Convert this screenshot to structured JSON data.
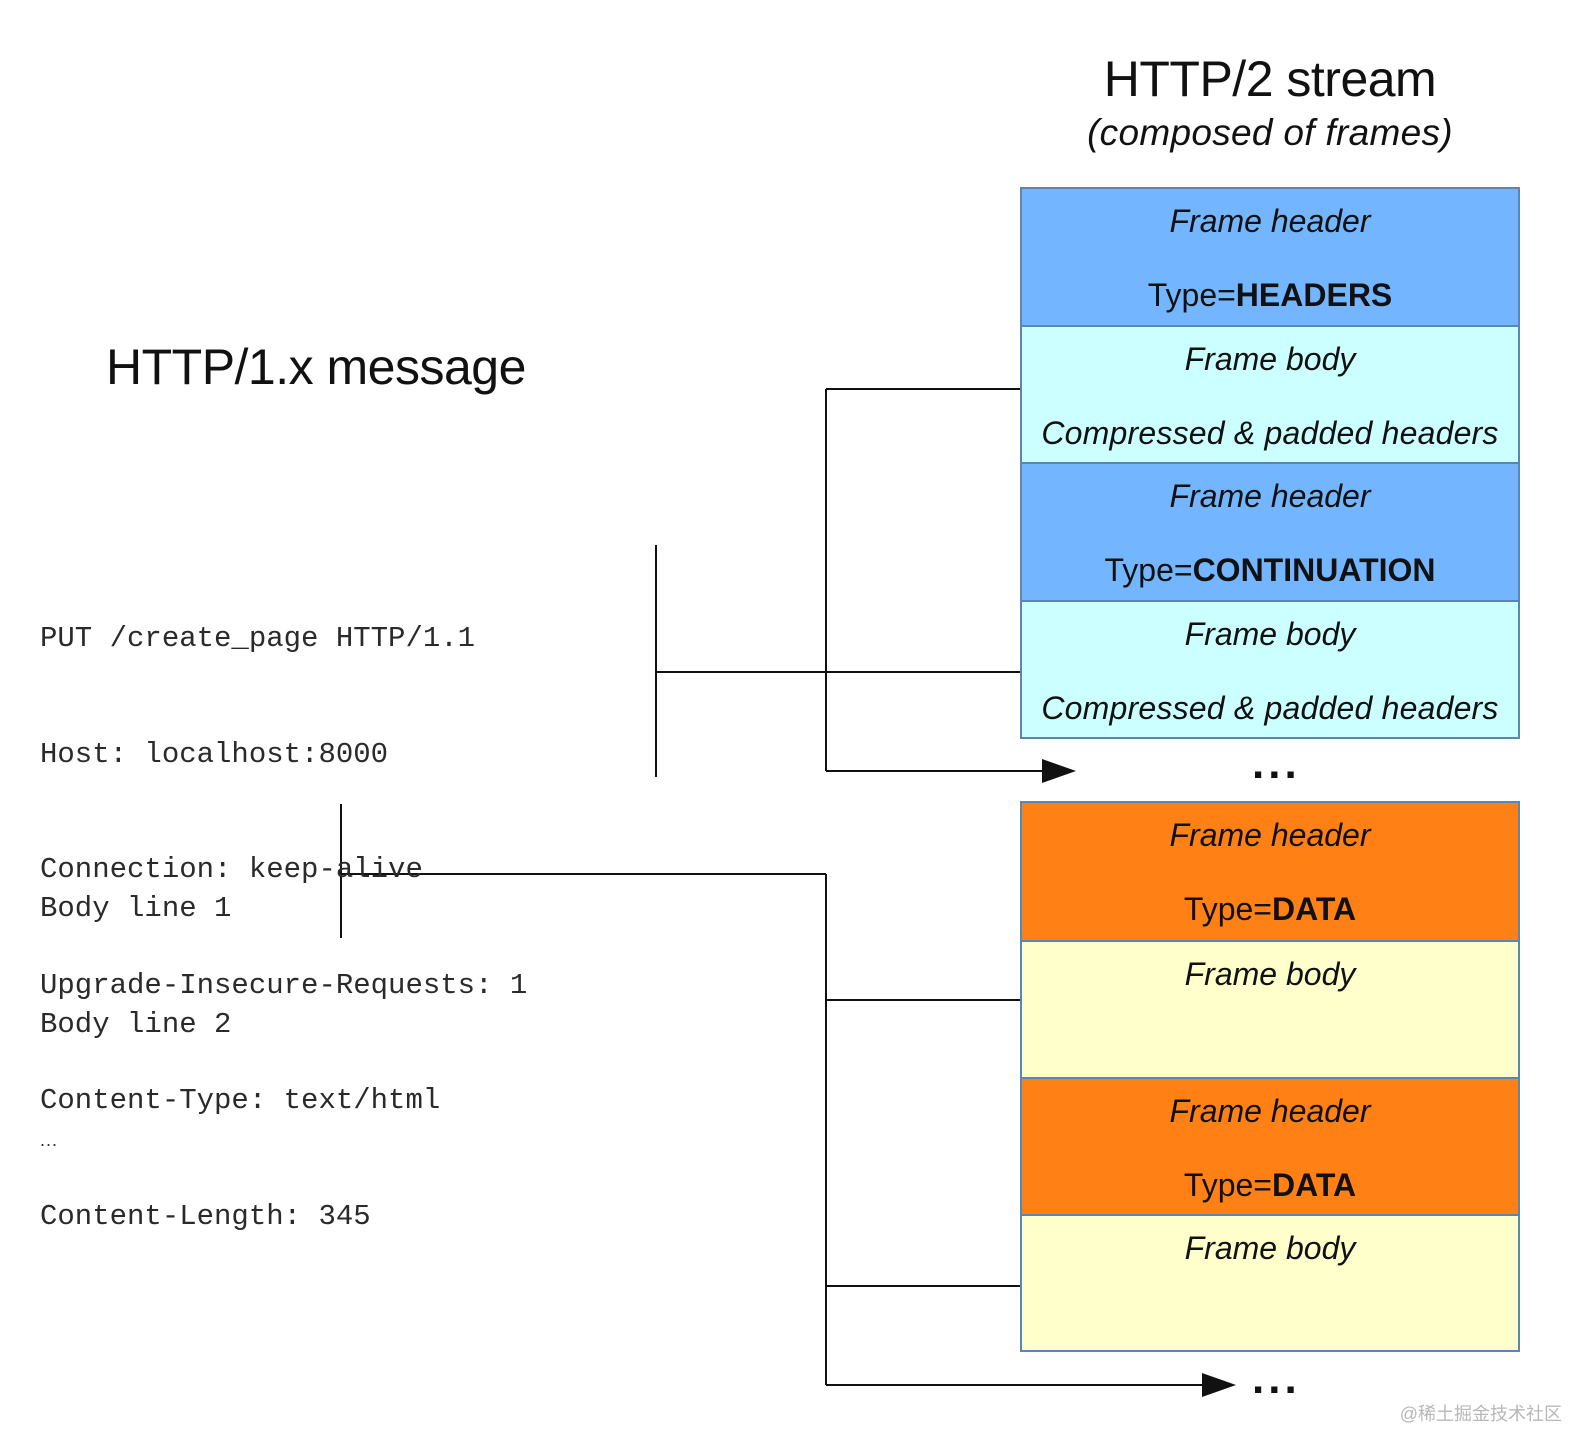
{
  "http1": {
    "title": "HTTP/1.x message",
    "header_lines": [
      "PUT /create_page HTTP/1.1",
      "Host: localhost:8000",
      "Connection: keep-alive",
      "Upgrade-Insecure-Requests: 1",
      "Content-Type: text/html",
      "Content-Length: 345"
    ],
    "body_lines": [
      "Body line 1",
      "Body line 2"
    ],
    "body_ellipsis": "..."
  },
  "http2": {
    "title": "HTTP/2 stream",
    "subtitle": "(composed of frames)",
    "frames": [
      {
        "top": "Frame header",
        "type_prefix": "Type=",
        "type_value": "HEADERS"
      },
      {
        "top": "Frame body",
        "bottom": "Compressed & padded headers"
      },
      {
        "top": "Frame header",
        "type_prefix": "Type=",
        "type_value": "CONTINUATION"
      },
      {
        "top": "Frame body",
        "bottom": "Compressed & padded headers"
      },
      {
        "top": "Frame header",
        "type_prefix": "Type=",
        "type_value": "DATA"
      },
      {
        "top": "Frame body"
      },
      {
        "top": "Frame header",
        "type_prefix": "Type=",
        "type_value": "DATA"
      },
      {
        "top": "Frame body"
      }
    ],
    "more_headers": "...",
    "more_data": "..."
  },
  "colors": {
    "header_frame": "#73b6ff",
    "header_body": "#ccffff",
    "data_frame": "#ff8015",
    "data_body": "#ffffcc",
    "frame_border": "#5a86b3",
    "wire": "#111111"
  },
  "watermark": "@稀土掘金技术社区"
}
